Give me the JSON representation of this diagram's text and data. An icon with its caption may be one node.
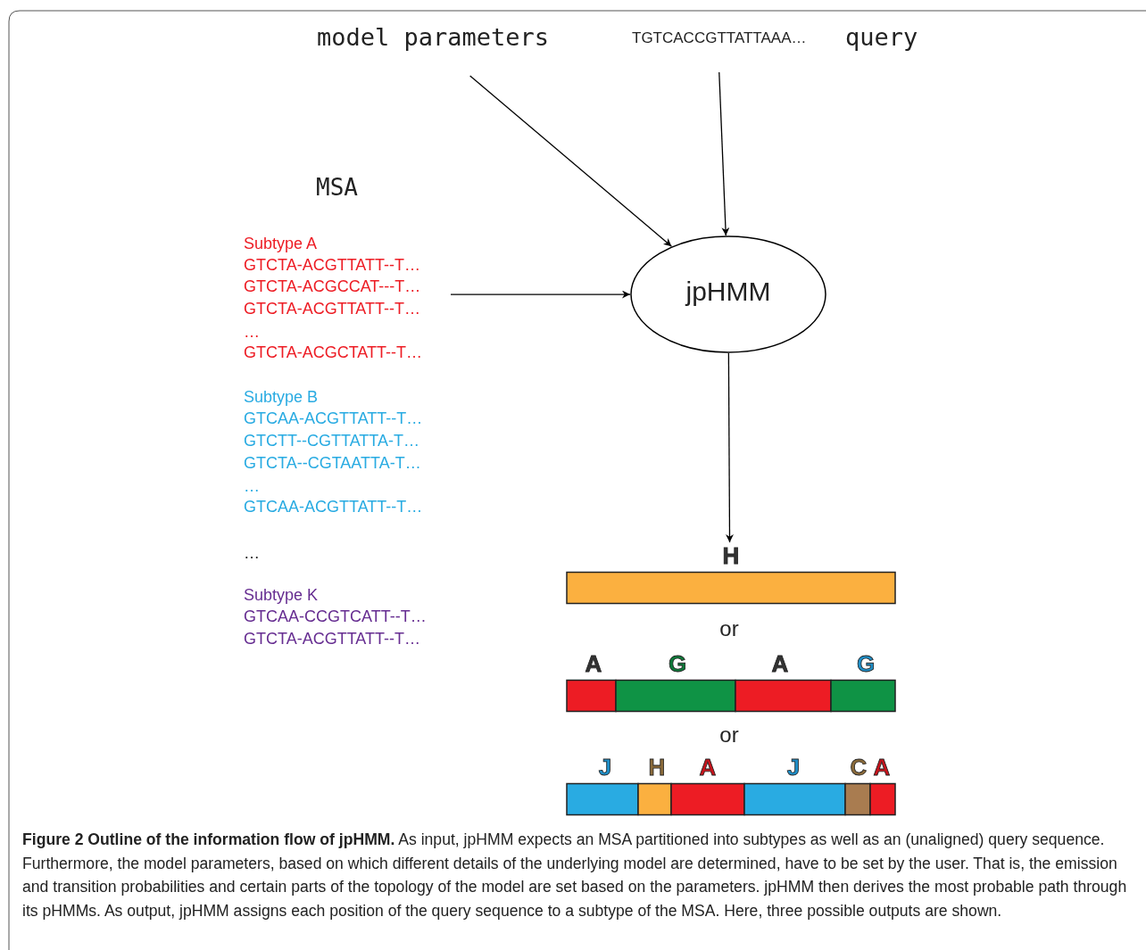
{
  "diagram": {
    "caption": "**Figure 2 Outline of the information flow of jpHMM.** As input, jpHMM expects an MSA partitioned into subtypes as well as an (unaligned) query sequence. Furthermore, the model parameters, based on which different details of the underlying model are determined, have to be set by the user. That is, the emission and transition probabilities and certain parts of the topology of the model are set based on the parameters. jpHMM then derives the most probable path through its pHMMs. As output, jpHMM assigns each position of the query sequence to a subtype of the MSA. Here, three possible outputs are shown.",
    "nodes": [
      {
        "text": [
          "model parameters"
        ]
      },
      {
        "text": [
          "TGTCACCGTTATTAAA…"
        ],
        "beside": [
          "query"
        ]
      },
      {
        "text": [
          "MSA",
          "Subtype A",
          "GTCTA-ACGTTATT--T…",
          "GTCTA-ACGCCAT---T…",
          "GTCTA-ACGTTATT--T…",
          "…",
          "GTCTA-ACGCTATT--T…",
          "Subtype B",
          "GTCAA-ACGTTATT--T…",
          "GTCTT--CGTTATTA-T…",
          "GTCTA--CGTAATTA-T…",
          "…",
          "GTCAA-ACGTTATT--T…",
          "…",
          "Subtype K",
          "GTCAA-CCGTCATT--T…",
          "GTCTA-ACGTTATT--T…"
        ]
      },
      {
        "text": [
          "jpHMM"
        ]
      },
      {
        "text": [
          "H"
        ]
      },
      {
        "text": [
          "A",
          "G",
          "A",
          "G"
        ]
      },
      {
        "text": [
          "J",
          "H",
          "A",
          "J",
          "C",
          "A"
        ]
      }
    ],
    "edges": [
      {
        "from": 0,
        "to": 3,
        "arrow": "to"
      },
      {
        "from": 1,
        "to": 3,
        "arrow": "to"
      },
      {
        "from": 2,
        "to": 3,
        "arrow": "to"
      },
      {
        "from": 3,
        "to": 4,
        "arrow": "to"
      }
    ],
    "labels": [
      "or",
      "or"
    ]
  }
}
